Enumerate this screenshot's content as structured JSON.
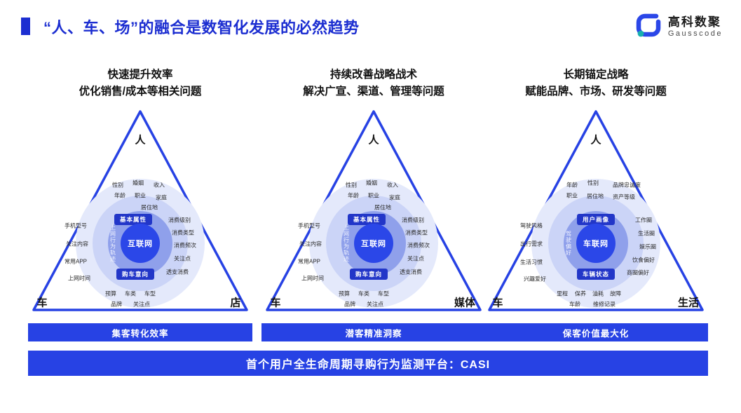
{
  "colors": {
    "accent": "#2742E4",
    "title-blue": "#1C2ED1",
    "core-blue": "#2B47E8",
    "ring-outer": "#E4E9FB",
    "ring-mid": "#CBD4F7",
    "ring-inner": "#8FA0EB",
    "badge-blue": "#2236C8",
    "logo-teal": "#17AFAE"
  },
  "header": {
    "title": "“人、车、场”的融合是数智化发展的必然趋势",
    "logo_name": "高科数聚",
    "logo_sub": "Gausscode"
  },
  "columns": [
    {
      "heading1": "快速提升效率",
      "heading2": "优化销售/成本等相关问题",
      "corner_top": "人",
      "corner_left": "车",
      "corner_right": "店",
      "center": "互联网",
      "badge_top": "基本属性",
      "badge_bottom": "购车意向",
      "vertical": "上网行为轨迹",
      "outer_labels": [
        "性别",
        "婚姻",
        "收入",
        "年龄",
        "职业",
        "家庭",
        "居住地"
      ],
      "left_labels": [
        "手机型号",
        "关注内容",
        "常用APP",
        "上网时间"
      ],
      "right_labels": [
        "消费级别",
        "消费类型",
        "消费频次",
        "关注点",
        "透支消费"
      ],
      "bottom_labels": [
        "预算",
        "车类",
        "车型",
        "品牌",
        "关注点"
      ],
      "banner": "集客转化效率"
    },
    {
      "heading1": "持续改善战略战术",
      "heading2": "解决广宣、渠道、管理等问题",
      "corner_top": "人",
      "corner_left": "车",
      "corner_right": "媒体",
      "center": "互联网",
      "badge_top": "基本属性",
      "badge_bottom": "购车意向",
      "vertical": "上网行为轨迹",
      "outer_labels": [
        "性别",
        "婚姻",
        "收入",
        "年龄",
        "职业",
        "家庭",
        "居住地"
      ],
      "left_labels": [
        "手机型号",
        "关注内容",
        "常用APP",
        "上网时间"
      ],
      "right_labels": [
        "消费级别",
        "消费类型",
        "消费频次",
        "关注点",
        "透支消费"
      ],
      "bottom_labels": [
        "预算",
        "车类",
        "车型",
        "品牌",
        "关注点"
      ],
      "banner": "潜客精准洞察"
    },
    {
      "heading1": "长期锚定战略",
      "heading2": "赋能品牌、市场、研发等问题",
      "corner_top": "人",
      "corner_left": "车",
      "corner_right": "生活",
      "center": "车联网",
      "badge_top": "用户画像",
      "badge_bottom": "车辆状态",
      "vertical": "驾驶偏好",
      "outer_labels": [
        "年龄",
        "性别",
        "品牌忠诚度",
        "职业",
        "居住地",
        "资产等级"
      ],
      "left_labels": [
        "驾驶风格",
        "出行需求",
        "生活习惯",
        "兴趣爱好"
      ],
      "right_labels": [
        "工作圈",
        "生活圈",
        "娱乐圈",
        "饮食偏好",
        "商圈偏好"
      ],
      "bottom_labels": [
        "里程",
        "保养",
        "油耗",
        "故障",
        "车龄",
        "维修记录"
      ],
      "banner": "保客价值最大化"
    }
  ],
  "footer": {
    "text": "首个用户全生命周期寻购行为监测平台：CASI"
  }
}
